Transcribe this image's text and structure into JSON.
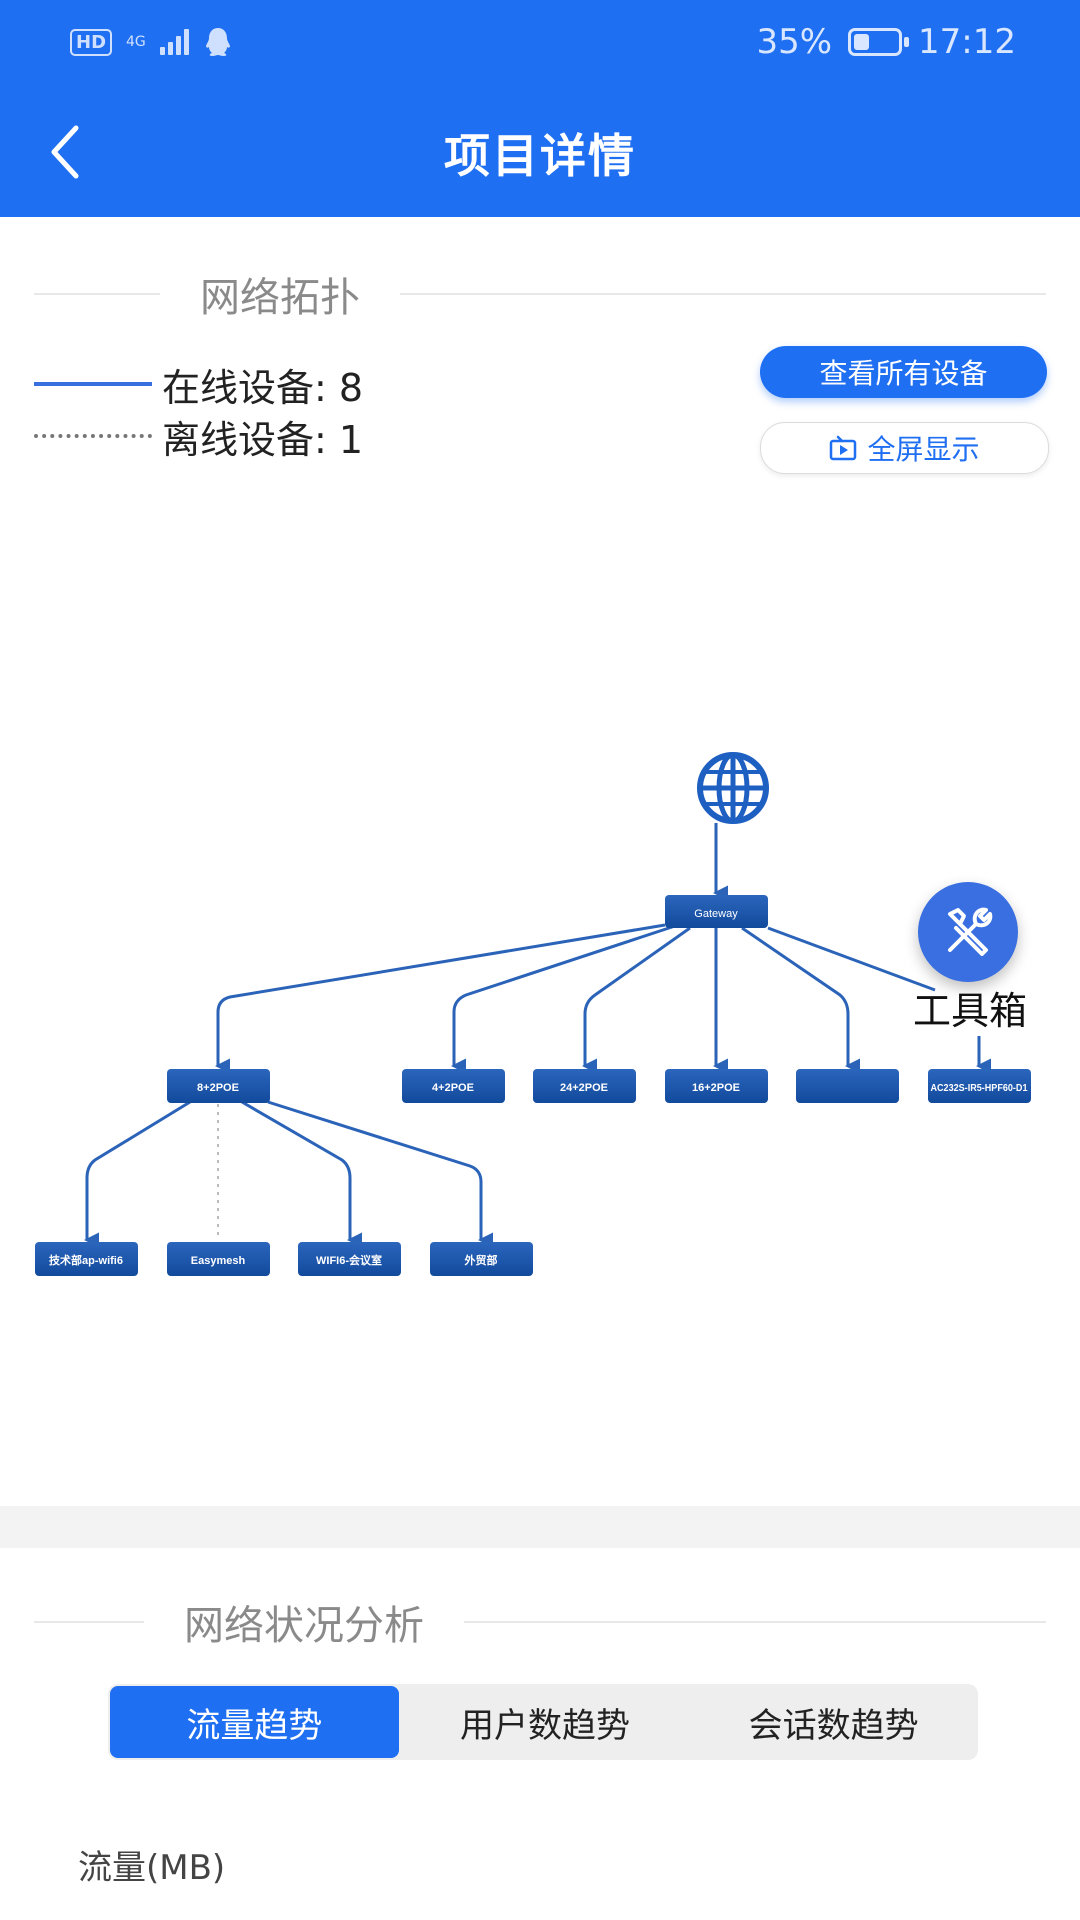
{
  "status": {
    "battery": "35%",
    "time": "17:12",
    "hd": "HD",
    "network": "4G",
    "battery_level": 0.35
  },
  "header": {
    "title": "项目详情"
  },
  "topology_section": {
    "title": "网络拓扑",
    "legend": {
      "online_label": "在线设备: 8",
      "offline_label": "离线设备: 1"
    },
    "view_all_button": "查看所有设备",
    "fullscreen_button": "全屏显示"
  },
  "topology": {
    "nodes": {
      "gateway": "Gateway",
      "s1": "8+2POE",
      "s2": "4+2POE",
      "s3": "24+2POE",
      "s4": "16+2POE",
      "s5": "",
      "s6": "AC232S-IR5-HPF60-D1",
      "c1": "技术部ap-wifi6",
      "c2": "Easymesh",
      "c3": "WIFI6-会议室",
      "c4": "外贸部"
    }
  },
  "toolbox": {
    "label": "工具箱"
  },
  "analysis_section": {
    "title": "网络状况分析",
    "tabs": [
      "流量趋势",
      "用户数趋势",
      "会话数趋势"
    ],
    "active_tab": 0,
    "y_label": "流量(MB)"
  }
}
